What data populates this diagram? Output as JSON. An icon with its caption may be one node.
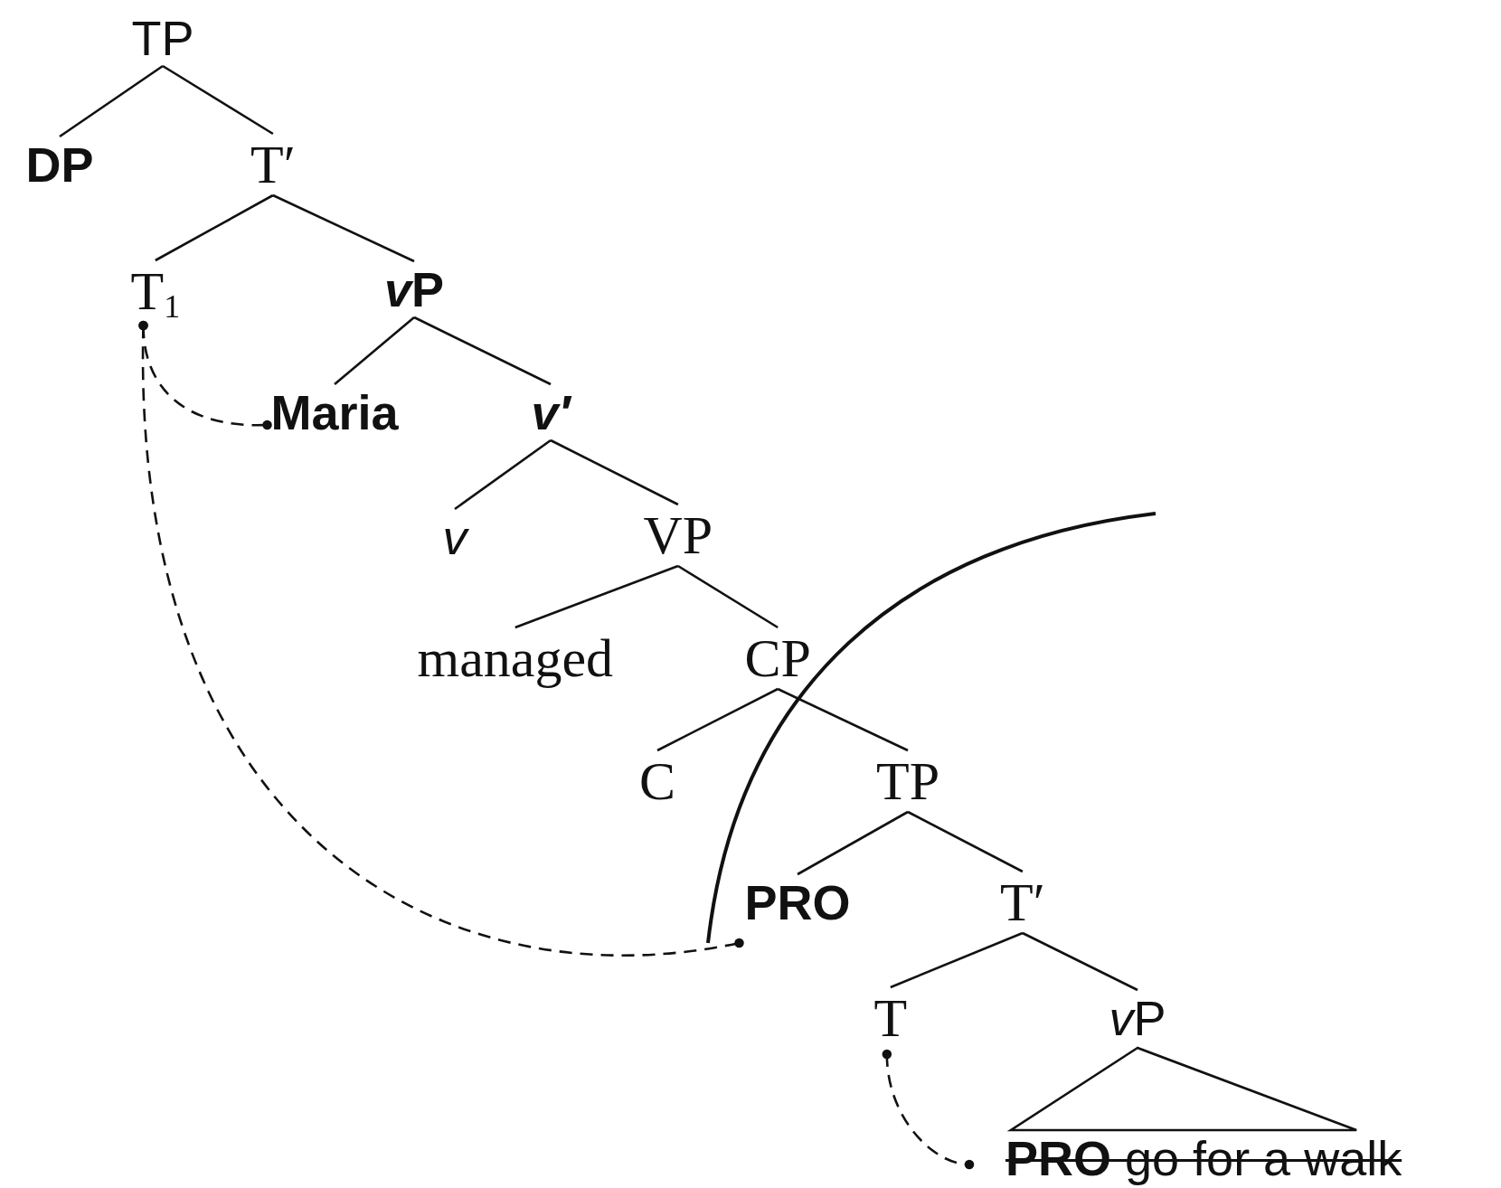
{
  "diagram": {
    "nodes": [
      {
        "text": [
          "TP"
        ]
      },
      {
        "text": [
          "DP"
        ]
      },
      {
        "text": [
          "T′"
        ]
      },
      {
        "text": [
          "T$_{1}$"
        ]
      },
      {
        "text": [
          "vP"
        ]
      },
      {
        "text": [
          "Maria"
        ]
      },
      {
        "text": [
          "v′"
        ]
      },
      {
        "text": [
          "v"
        ]
      },
      {
        "text": [
          "VP"
        ]
      },
      {
        "text": [
          "managed"
        ]
      },
      {
        "text": [
          "CP"
        ]
      },
      {
        "text": [
          "C"
        ]
      },
      {
        "text": [
          "TP"
        ]
      },
      {
        "text": [
          "PRO"
        ]
      },
      {
        "text": [
          "T′"
        ]
      },
      {
        "text": [
          "T"
        ]
      },
      {
        "text": [
          "vP"
        ]
      },
      {
        "text": [
          "**PRO** go for a walk"
        ]
      }
    ],
    "edges": [
      {
        "from": 0,
        "to": 1,
        "arrow": "none"
      },
      {
        "from": 0,
        "to": 2,
        "arrow": "none"
      },
      {
        "from": 2,
        "to": 3,
        "arrow": "none"
      },
      {
        "from": 2,
        "to": 4,
        "arrow": "none"
      },
      {
        "from": 4,
        "to": 5,
        "arrow": "none"
      },
      {
        "from": 4,
        "to": 6,
        "arrow": "none"
      },
      {
        "from": 6,
        "to": 7,
        "arrow": "none"
      },
      {
        "from": 6,
        "to": 8,
        "arrow": "none"
      },
      {
        "from": 8,
        "to": 9,
        "arrow": "none"
      },
      {
        "from": 8,
        "to": 10,
        "arrow": "none"
      },
      {
        "from": 10,
        "to": 11,
        "arrow": "none"
      },
      {
        "from": 10,
        "to": 12,
        "arrow": "none"
      },
      {
        "from": 12,
        "to": 13,
        "arrow": "none"
      },
      {
        "from": 12,
        "to": 14,
        "arrow": "none"
      },
      {
        "from": 14,
        "to": 15,
        "arrow": "none"
      },
      {
        "from": 14,
        "to": 16,
        "arrow": "none"
      },
      {
        "from": 16,
        "to": 17,
        "arrow": "none"
      },
      {
        "from": 3,
        "to": 5,
        "arrow": "other",
        "style": "dashed"
      },
      {
        "from": 3,
        "to": 13,
        "arrow": "other",
        "style": "dashed"
      },
      {
        "from": 15,
        "to": 17,
        "arrow": "other",
        "style": "dashed"
      }
    ]
  }
}
